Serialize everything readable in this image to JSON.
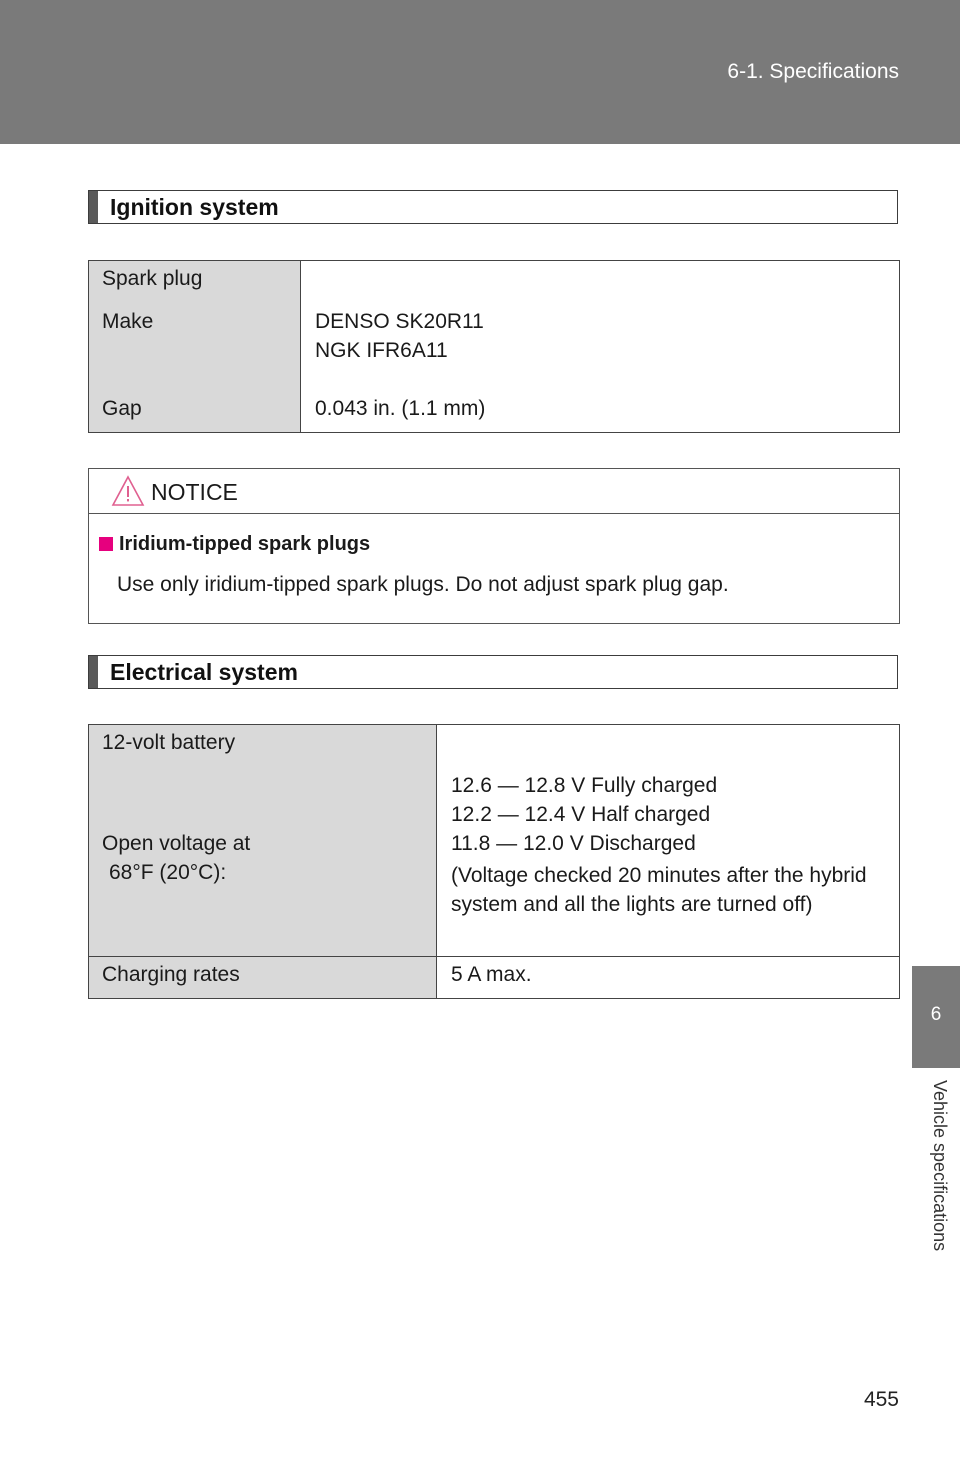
{
  "header": {
    "title": "6-1. Specifications"
  },
  "ignition": {
    "heading": "Ignition system",
    "spark_plug_label": "Spark plug",
    "make_label": "Make",
    "make_value_1": "DENSO SK20R11",
    "make_value_2": "NGK IFR6A11",
    "gap_label": "Gap",
    "gap_value": "0.043 in. (1.1 mm)"
  },
  "notice": {
    "title": "NOTICE",
    "subheading": "Iridium-tipped spark plugs",
    "body": "Use only iridium-tipped spark plugs. Do not adjust spark plug gap."
  },
  "electrical": {
    "heading": "Electrical system",
    "battery_label": "12-volt battery",
    "open_voltage_label_1": "Open voltage at",
    "open_voltage_label_2": "68°F (20°C):",
    "voltage_1": "12.6 — 12.8 V Fully charged",
    "voltage_2": "12.2 — 12.4 V Half charged",
    "voltage_3": "11.8 — 12.0 V Discharged",
    "voltage_note": "(Voltage checked 20 minutes after the hybrid system and all the lights are turned off)",
    "charging_label": "Charging rates",
    "charging_value": "5 A max."
  },
  "side_tab": {
    "number": "6",
    "label": "Vehicle specifications"
  },
  "page_number": "455",
  "colors": {
    "header_band": "#7a7a7a",
    "table_label_bg": "#d9d9d9",
    "notice_bullet": "#e6007e"
  },
  "icons": {
    "notice": "warning-triangle-icon"
  }
}
